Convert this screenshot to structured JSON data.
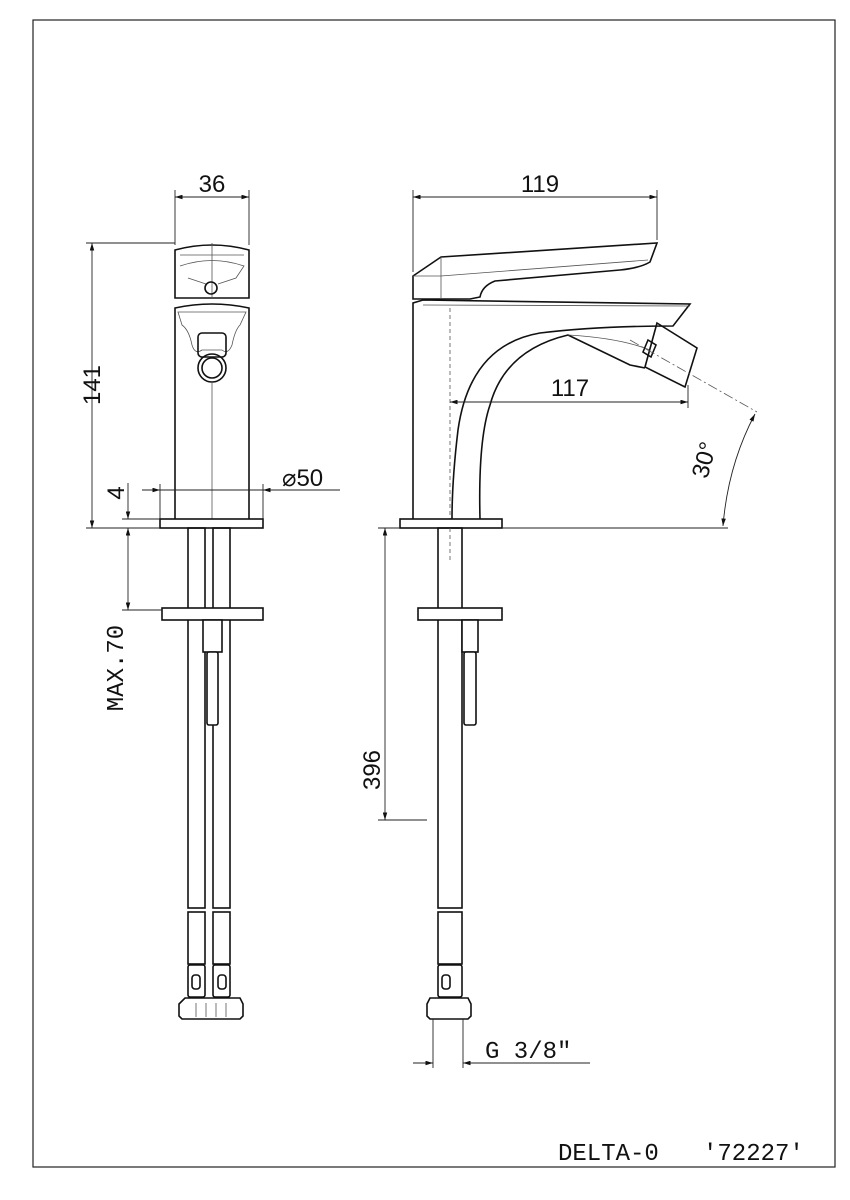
{
  "title_block": {
    "model": "DELTA-0",
    "code": "'72227'"
  },
  "dimensions": {
    "width_front": "36",
    "height_total": "141",
    "base_thickness": "4",
    "base_diameter": "⌀50",
    "max_deck_thickness": "MAX.70",
    "reach_handle": "119",
    "reach_spout": "117",
    "spray_angle": "30°",
    "hose_length": "396",
    "connection_thread": "G 3/8\""
  }
}
